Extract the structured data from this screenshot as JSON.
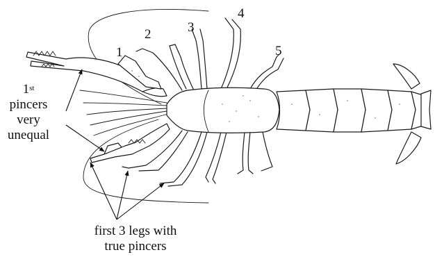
{
  "leg_numbers": [
    "1",
    "2",
    "3",
    "4",
    "5"
  ],
  "annotation_pincers": {
    "line1_base": "1",
    "line1_sup": "st",
    "line2": "pincers",
    "line3": "very",
    "line4": "unequal"
  },
  "annotation_legs": {
    "line1": "first 3 legs with",
    "line2": "true pincers"
  }
}
